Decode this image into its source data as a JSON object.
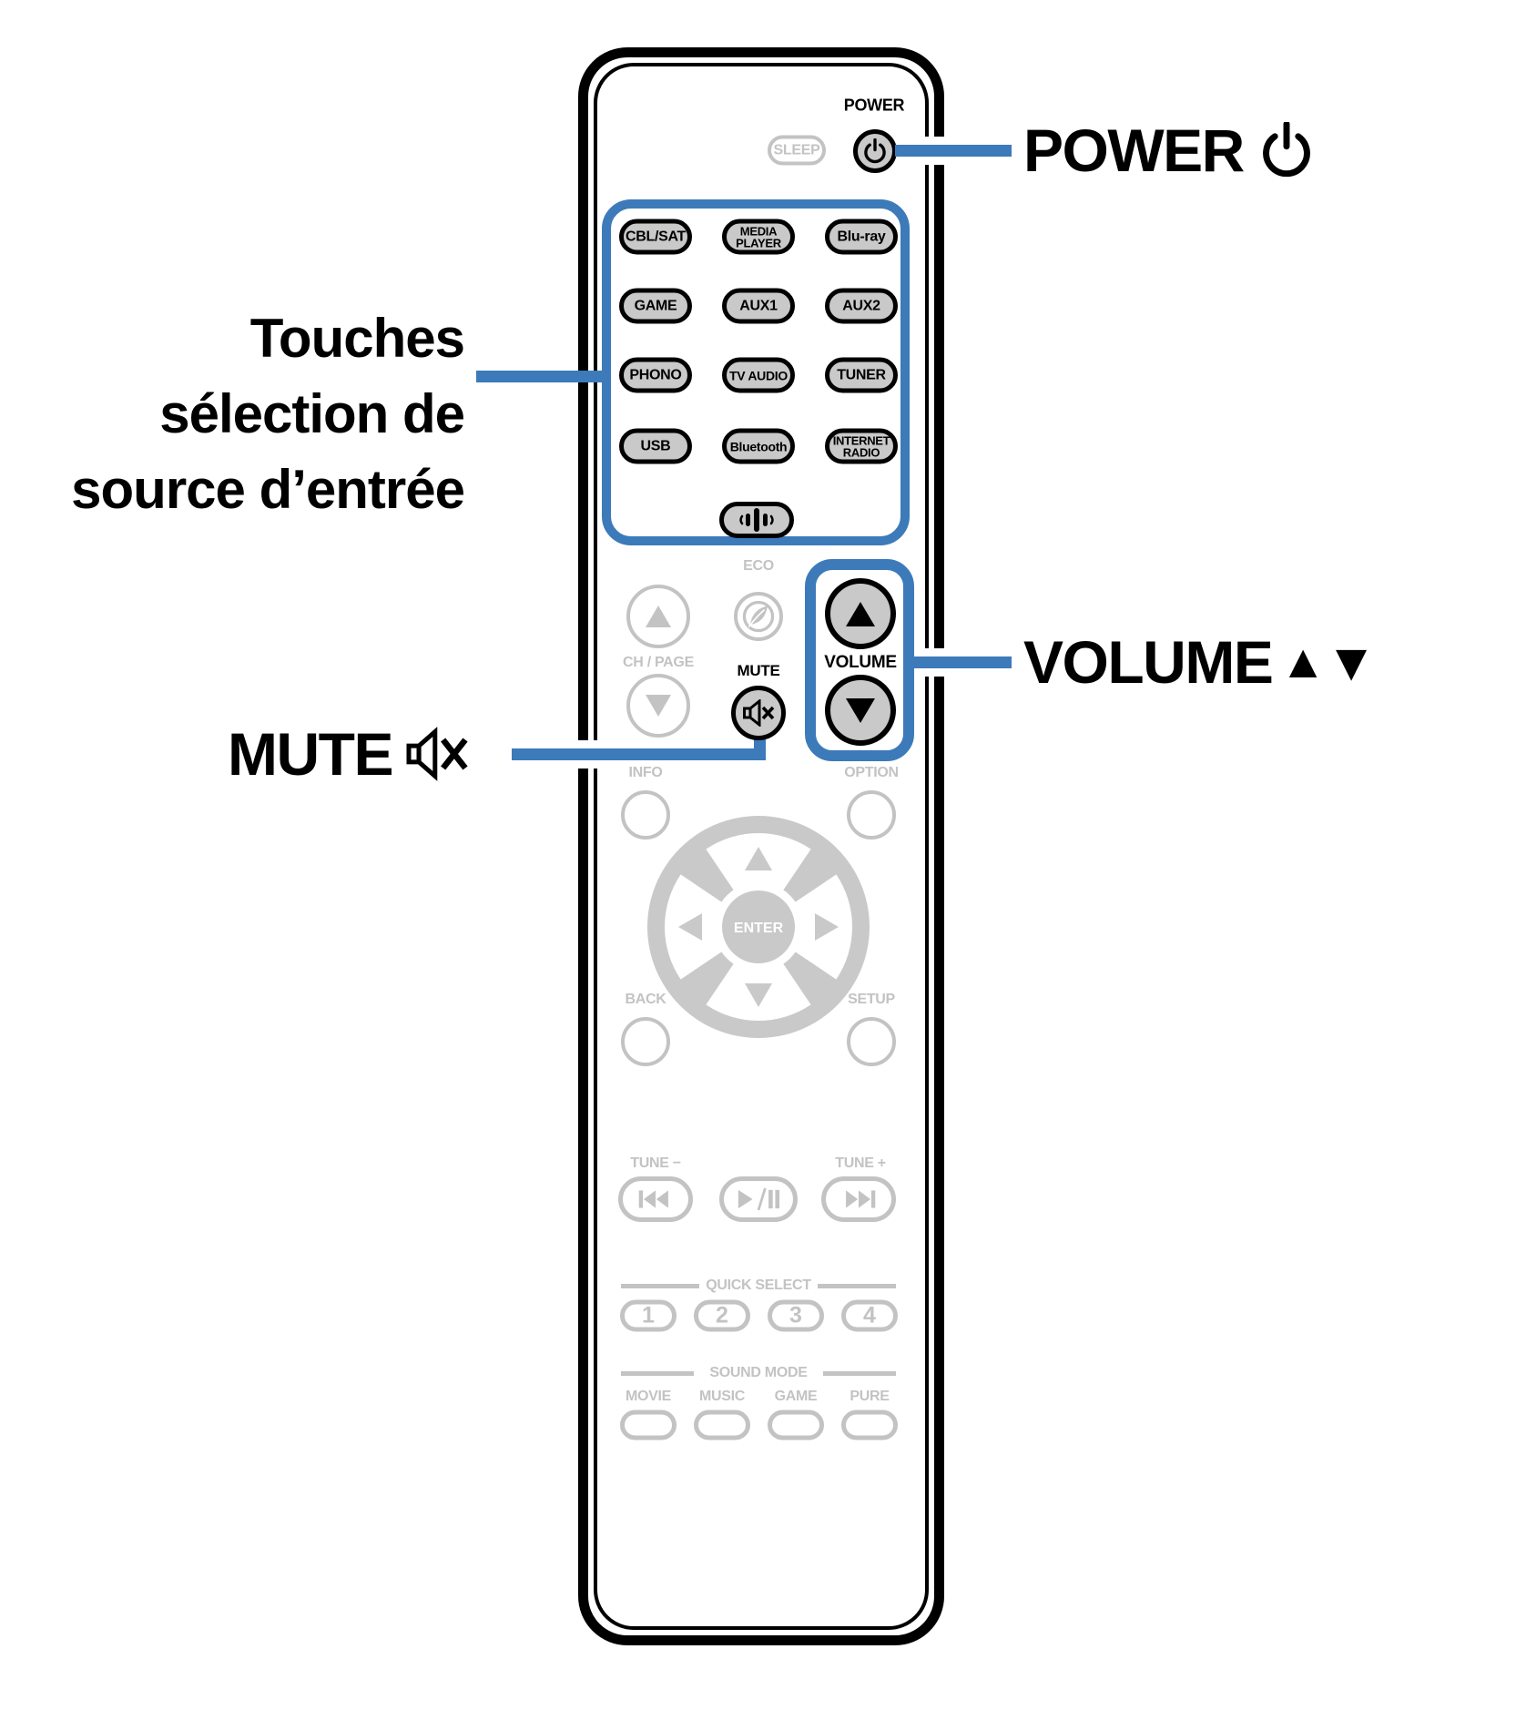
{
  "annotations": {
    "input_select": "Touches\nsélection de\nsource d’entrée",
    "mute": "MUTE",
    "power": "POWER",
    "volume": "VOLUME",
    "volume_up_glyph": "▲",
    "volume_down_glyph": "▼"
  },
  "remote": {
    "power_label": "POWER",
    "sleep": "SLEEP",
    "inputs": [
      "CBL/SAT",
      "MEDIA\nPLAYER",
      "Blu-ray",
      "GAME",
      "AUX1",
      "AUX2",
      "PHONO",
      "TV AUDIO",
      "TUNER",
      "USB",
      "Bluetooth",
      "INTERNET\nRADIO"
    ],
    "eco": "ECO",
    "ch_page": "CH / PAGE",
    "mute_label": "MUTE",
    "volume_label": "VOLUME",
    "info": "INFO",
    "option": "OPTION",
    "enter": "ENTER",
    "back": "BACK",
    "setup": "SETUP",
    "tune_down": "TUNE −",
    "tune_up": "TUNE +",
    "quick_select": {
      "header": "QUICK SELECT",
      "buttons": [
        "1",
        "2",
        "3",
        "4"
      ]
    },
    "sound_mode": {
      "header": "SOUND MODE",
      "labels": [
        "MOVIE",
        "MUSIC",
        "GAME",
        "PURE"
      ]
    }
  },
  "colors": {
    "accent_blue": "#3d7ab9",
    "button_fill_gray": "#c9c9c9",
    "inactive_gray": "#c3c3c3",
    "ink": "#000000"
  }
}
